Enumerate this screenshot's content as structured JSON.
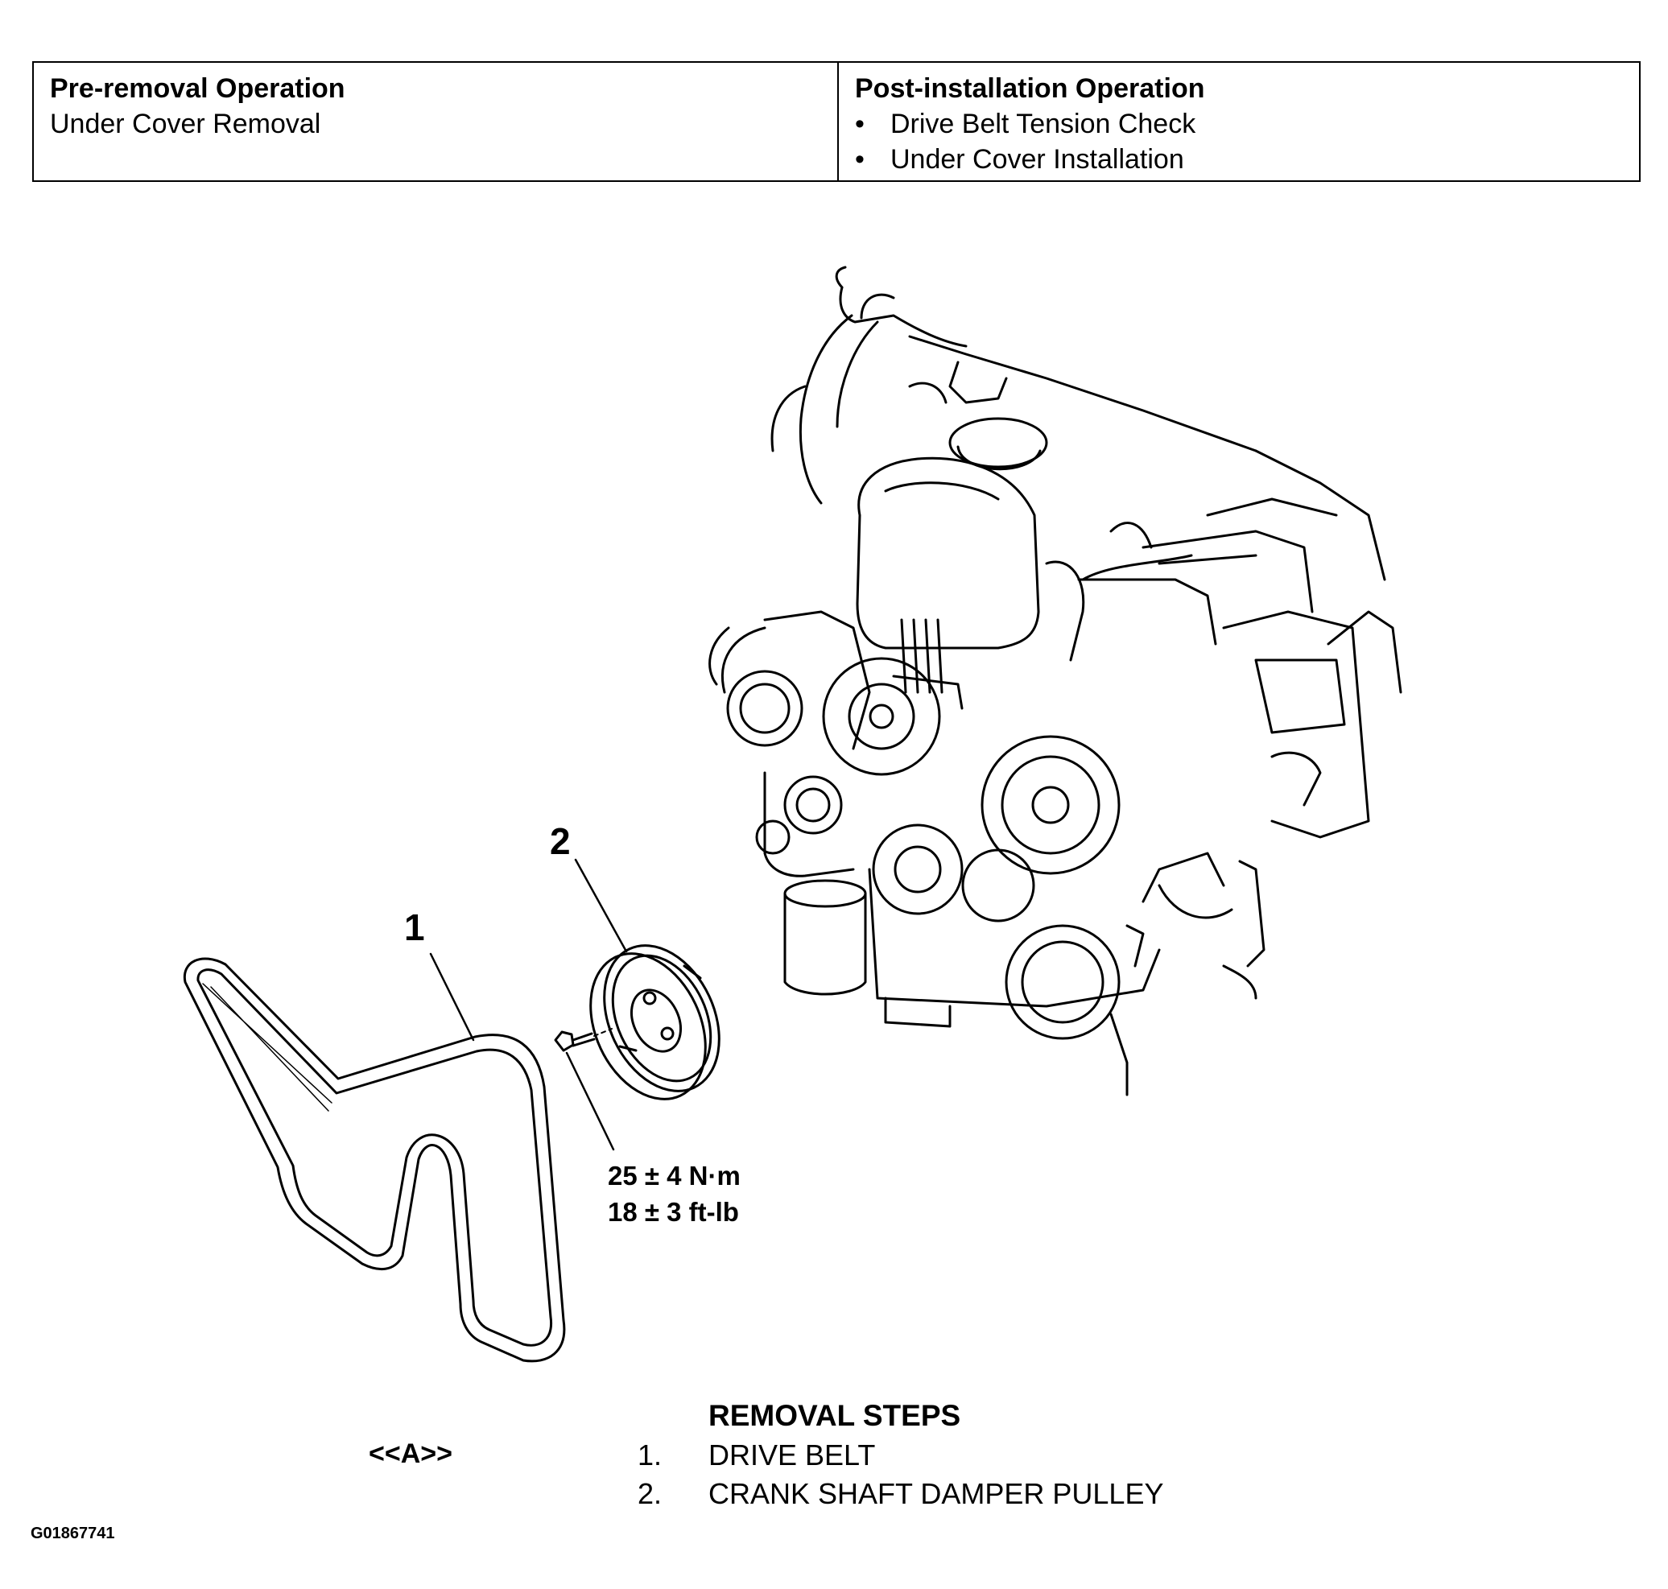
{
  "operations": {
    "pre_removal": {
      "heading": "Pre-removal Operation",
      "items": [
        "Under Cover Removal"
      ]
    },
    "post_installation": {
      "heading": "Post-installation Operation",
      "items": [
        "Drive Belt Tension Check",
        "Under Cover Installation"
      ]
    }
  },
  "diagram": {
    "callouts": [
      "1",
      "2"
    ],
    "torque_spec": {
      "metric": "25 ± 4 N·m",
      "imperial": "18 ± 3 ft-lb"
    }
  },
  "removal_steps": {
    "title": "REMOVAL STEPS",
    "steps": [
      {
        "number": "1.",
        "label": "DRIVE BELT",
        "ref": "<<A>>"
      },
      {
        "number": "2.",
        "label": "CRANK SHAFT DAMPER PULLEY",
        "ref": ""
      }
    ]
  },
  "figure_id": "G01867741"
}
